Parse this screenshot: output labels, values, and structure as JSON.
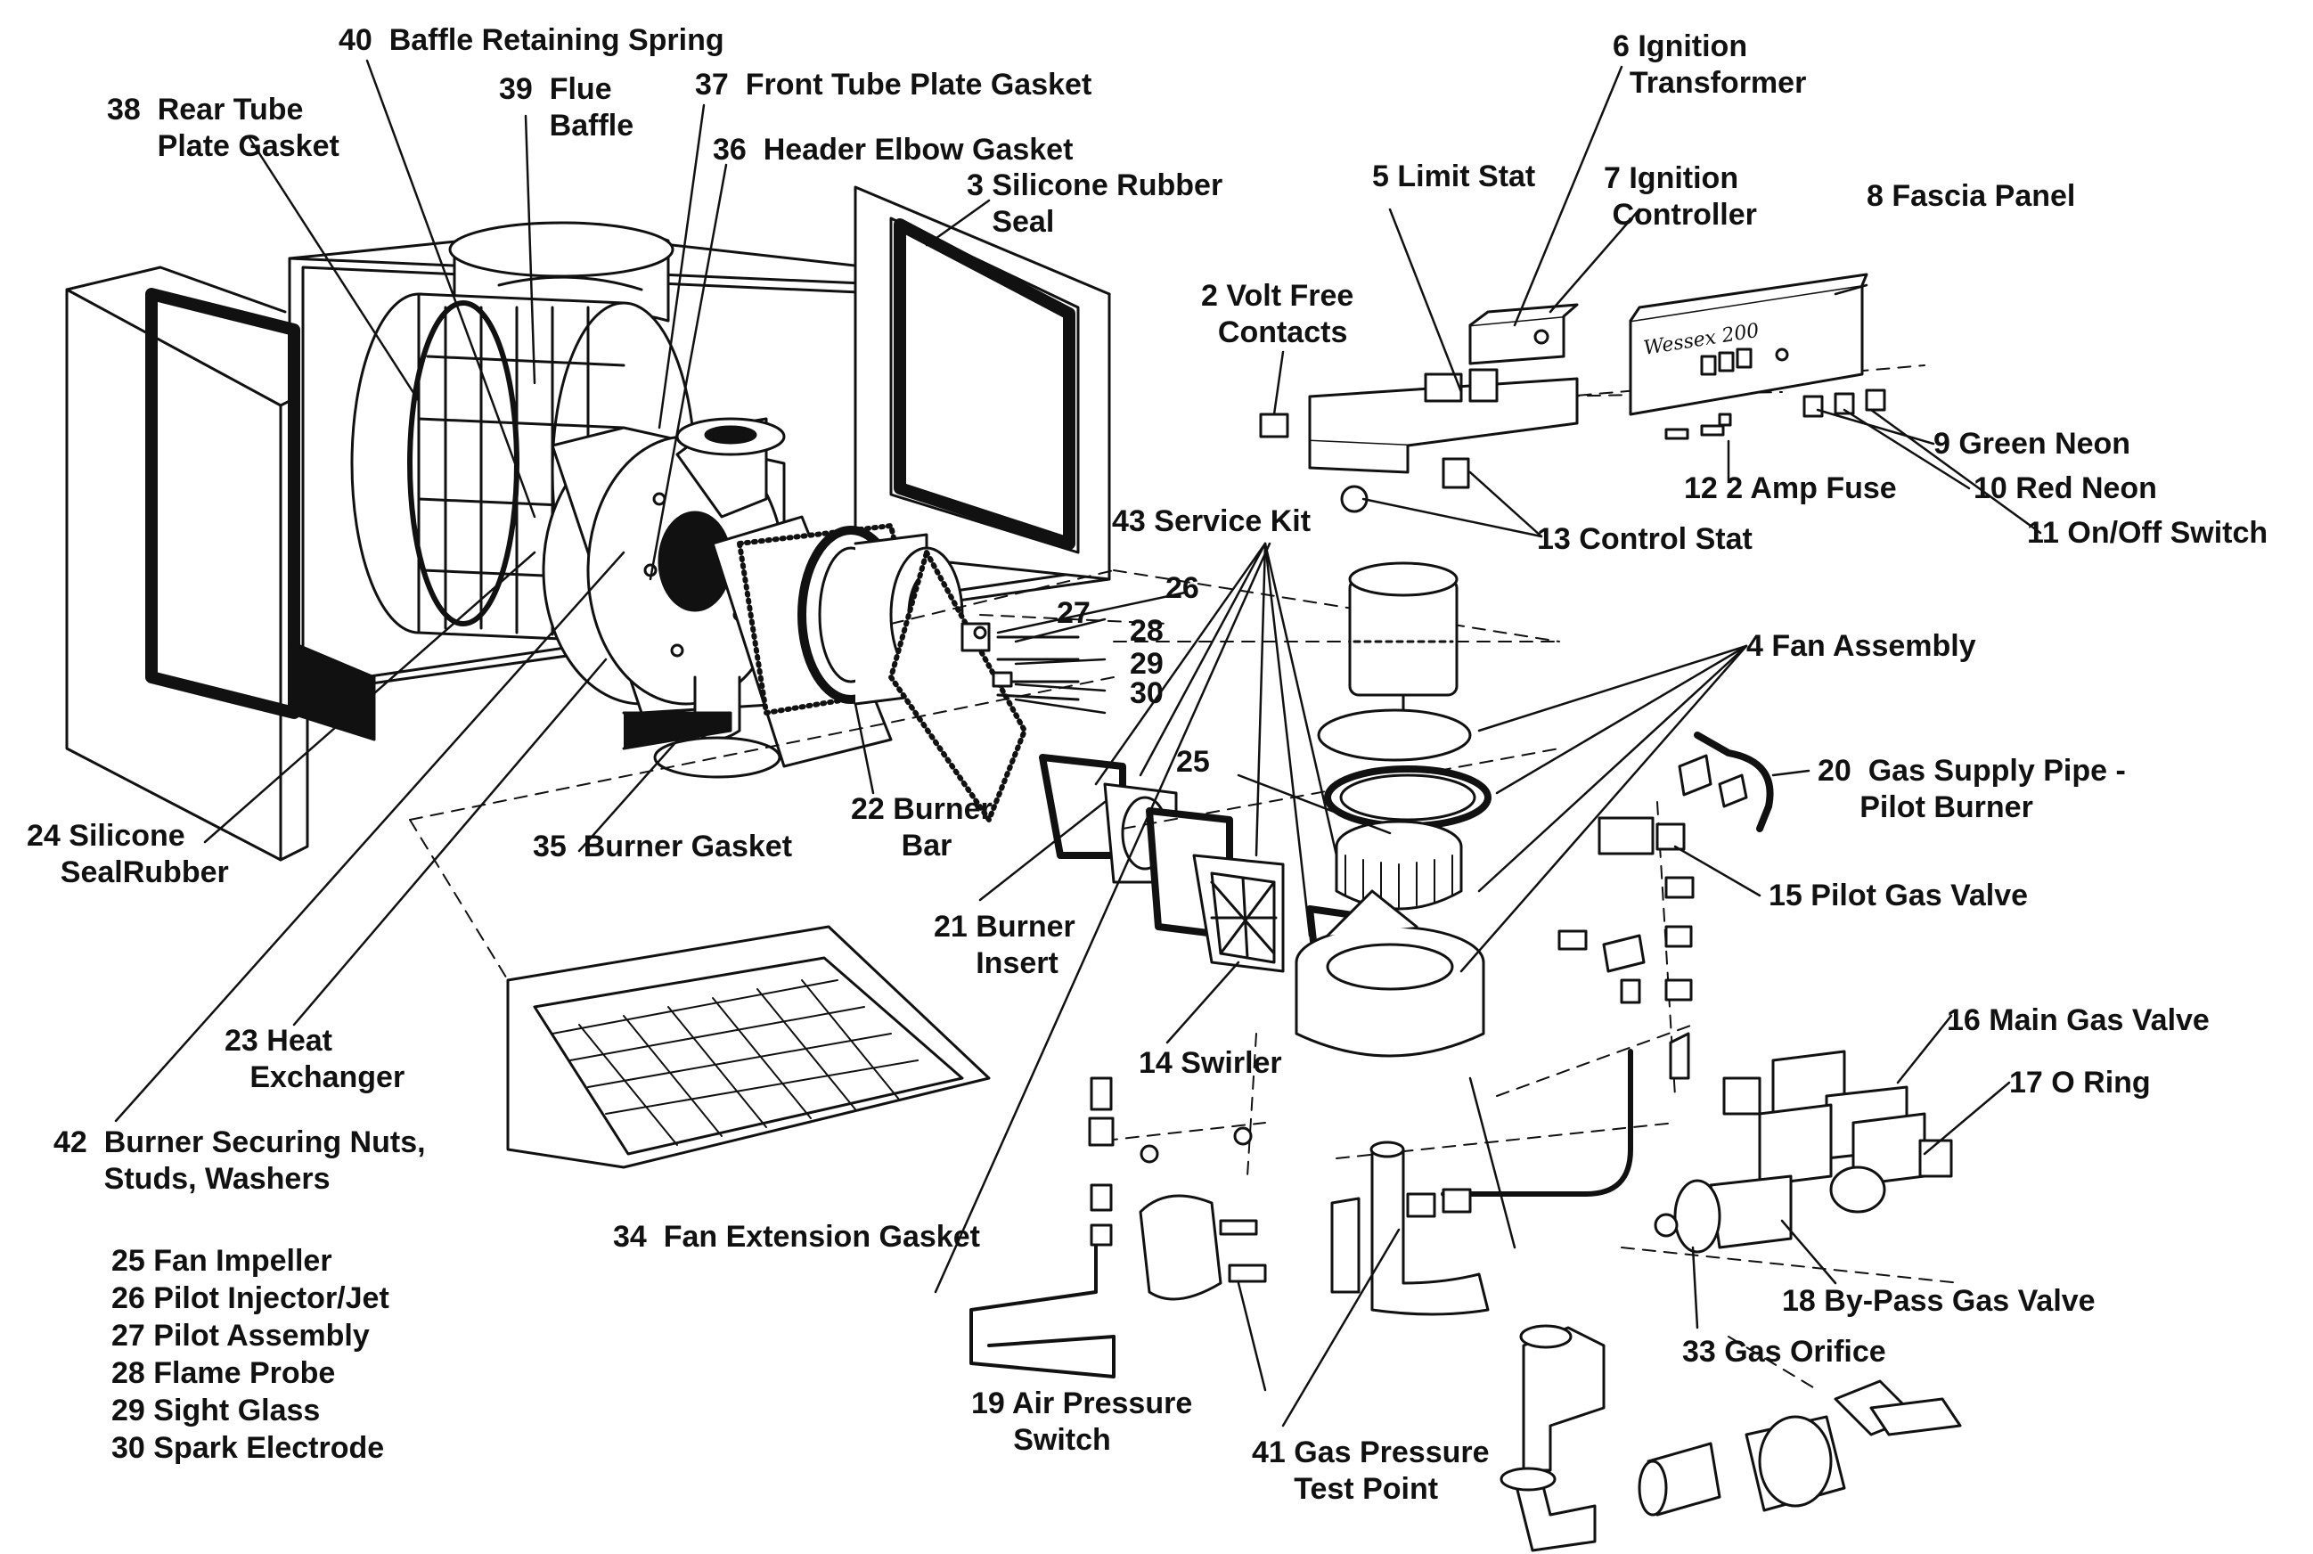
{
  "diagram": {
    "callouts": [
      {
        "id": "l40",
        "text": "40  Baffle Retaining Spring"
      },
      {
        "id": "l38",
        "text": "38  Rear Tube\n      Plate Gasket"
      },
      {
        "id": "l39",
        "text": "39  Flue\n      Baffle"
      },
      {
        "id": "l37",
        "text": "37  Front Tube Plate Gasket"
      },
      {
        "id": "l36",
        "text": "36  Header Elbow Gasket"
      },
      {
        "id": "l3",
        "text": "3 Silicone Rubber\n   Seal"
      },
      {
        "id": "l6",
        "text": "6 Ignition\n  Transformer"
      },
      {
        "id": "l5",
        "text": "5 Limit Stat"
      },
      {
        "id": "l7",
        "text": "7 Ignition\n Controller"
      },
      {
        "id": "l8",
        "text": "8 Fascia Panel"
      },
      {
        "id": "l2",
        "text": "2 Volt Free\n  Contacts"
      },
      {
        "id": "l9",
        "text": "9 Green Neon"
      },
      {
        "id": "l10",
        "text": "10 Red Neon"
      },
      {
        "id": "l12",
        "text": "12 2 Amp Fuse"
      },
      {
        "id": "l11",
        "text": "11 On/Off Switch"
      },
      {
        "id": "l13",
        "text": "13 Control Stat"
      },
      {
        "id": "l43",
        "text": "43 Service Kit"
      },
      {
        "id": "l26",
        "text": "26"
      },
      {
        "id": "l27",
        "text": "27"
      },
      {
        "id": "l28",
        "text": "28"
      },
      {
        "id": "l29",
        "text": "29"
      },
      {
        "id": "l30",
        "text": "30"
      },
      {
        "id": "l4",
        "text": "4 Fan Assembly"
      },
      {
        "id": "l25",
        "text": "25"
      },
      {
        "id": "l20",
        "text": "20  Gas Supply Pipe -\n     Pilot Burner"
      },
      {
        "id": "l15",
        "text": "15 Pilot Gas Valve"
      },
      {
        "id": "l24",
        "text": "24 Silicone\n    SealRubber"
      },
      {
        "id": "l35",
        "text": "35  Burner Gasket"
      },
      {
        "id": "l22",
        "text": "22 Burner\n      Bar"
      },
      {
        "id": "l21",
        "text": "21 Burner\n     Insert"
      },
      {
        "id": "l14",
        "text": "14 Swirler"
      },
      {
        "id": "l23",
        "text": "23 Heat\n   Exchanger"
      },
      {
        "id": "l16",
        "text": "16 Main Gas Valve"
      },
      {
        "id": "l17",
        "text": "17 O Ring"
      },
      {
        "id": "l42",
        "text": "42  Burner Securing Nuts,\n      Studs, Washers"
      },
      {
        "id": "l34",
        "text": "34  Fan Extension Gasket"
      },
      {
        "id": "l18",
        "text": "18 By-Pass Gas Valve"
      },
      {
        "id": "l33",
        "text": "33 Gas Orifice"
      },
      {
        "id": "l19",
        "text": "19 Air Pressure\n     Switch"
      },
      {
        "id": "l41",
        "text": "41 Gas Pressure\n     Test Point"
      }
    ],
    "key_list": [
      "25 Fan Impeller",
      "26 Pilot Injector/Jet",
      "27 Pilot Assembly",
      "28 Flame Probe",
      "29 Sight Glass",
      "30 Spark Electrode"
    ],
    "fascia_brand": "Wessex 200"
  }
}
